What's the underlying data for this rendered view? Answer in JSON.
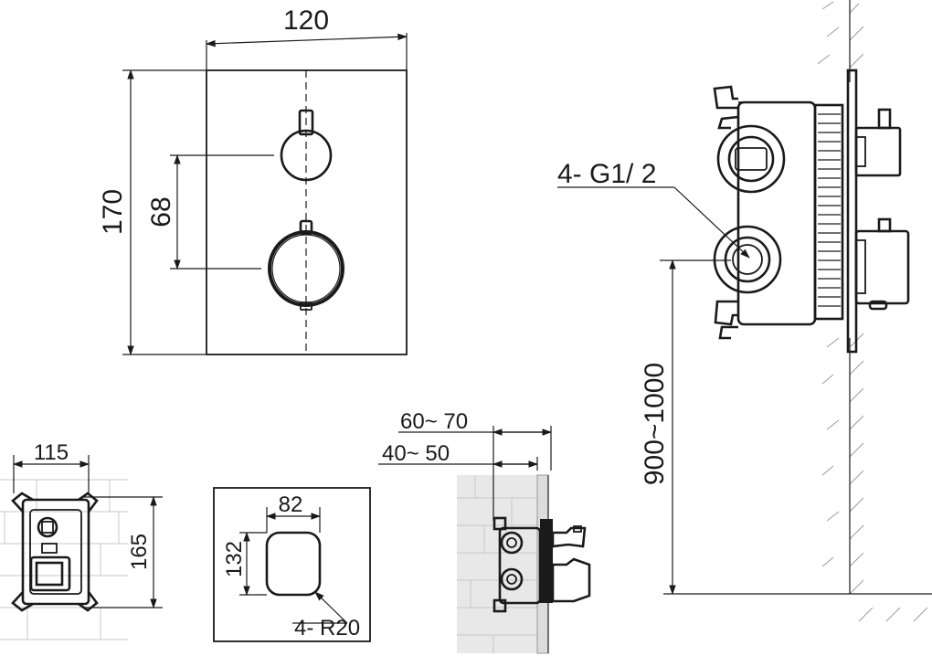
{
  "dimensions": {
    "plate_width": "120",
    "plate_height": "170",
    "handle_spacing": "68",
    "outlets": "4- G1/ 2",
    "install_height": "900~1000",
    "box_width": "115",
    "box_height": "165",
    "cover_width": "82",
    "cover_height": "132",
    "corner_radius": "4- R20",
    "depth_outer": "60~ 70",
    "depth_inner": "40~ 50"
  }
}
